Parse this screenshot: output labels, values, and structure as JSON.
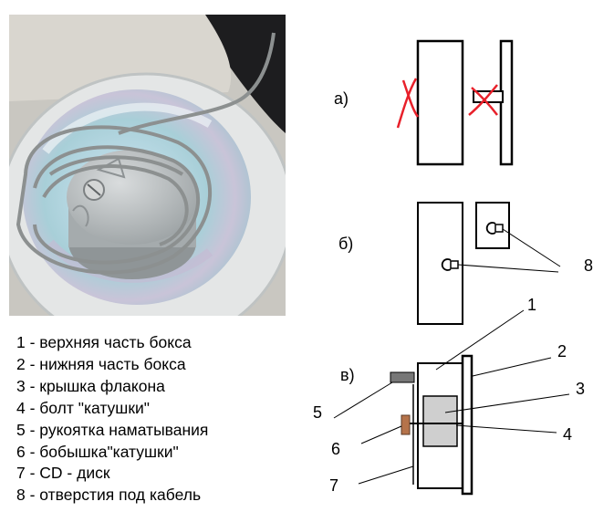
{
  "photo": {
    "alt_icon": "cd-cable-reel-photo"
  },
  "legend": [
    "1 - верхняя часть бокса",
    "2 - нижняя часть бокса",
    "3 - крышка флакона",
    "4 - болт \"катушки\"",
    "5 - рукоятка наматывания",
    "6 - бобышка\"катушки\"",
    "7 - CD - диск",
    "8 - отверстия под кабель"
  ],
  "diagram": {
    "panel_a": "а)",
    "panel_b": "б)",
    "panel_v": "в)",
    "callouts": [
      "1",
      "2",
      "3",
      "4",
      "5",
      "6",
      "7",
      "8"
    ]
  },
  "colors": {
    "cross": "#e8202a",
    "bolt_head": "#b5734a",
    "handle": "#777777",
    "cap": "#cfcfcf"
  }
}
